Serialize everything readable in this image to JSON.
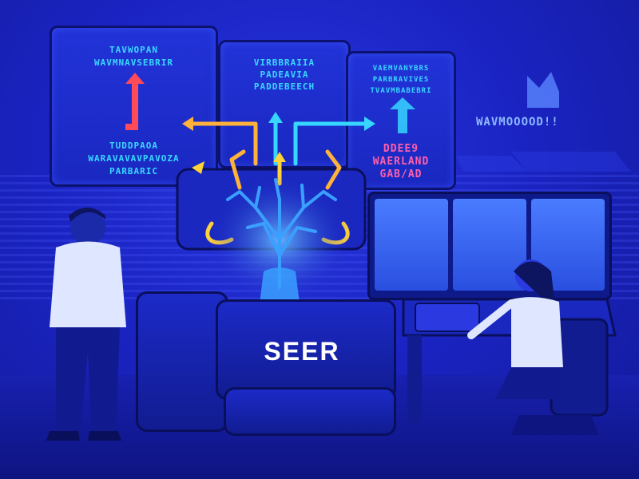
{
  "panel_left": {
    "top_text": "TAVWOPAN\nWAVMNAVSEBRIR",
    "bottom_text": "TUDDPAOA\nWARAVAVAVPAVOZA\nPARBARIC"
  },
  "panel_middle": {
    "top_text": "VIRBBRAIIA\nPADEAVIA\nPADDEBEECH"
  },
  "panel_right": {
    "top_text": "VAEMVANYBRS\nPARBRAVIVES\nTVAVMBABEBRI",
    "bottom_text": "DDEE9\nWAERLAND\nGAB/AD"
  },
  "side_ticker": "WAVMOOOOD!!",
  "machine_label": "SEER",
  "colors": {
    "background": "#1b24c4",
    "arrow_red": "#ff4a5a",
    "arrow_cyan": "#36d6ff",
    "arrow_orange": "#ffb23a",
    "arrow_yellow": "#ffd23a",
    "tree_glow": "#3aa0ff"
  }
}
